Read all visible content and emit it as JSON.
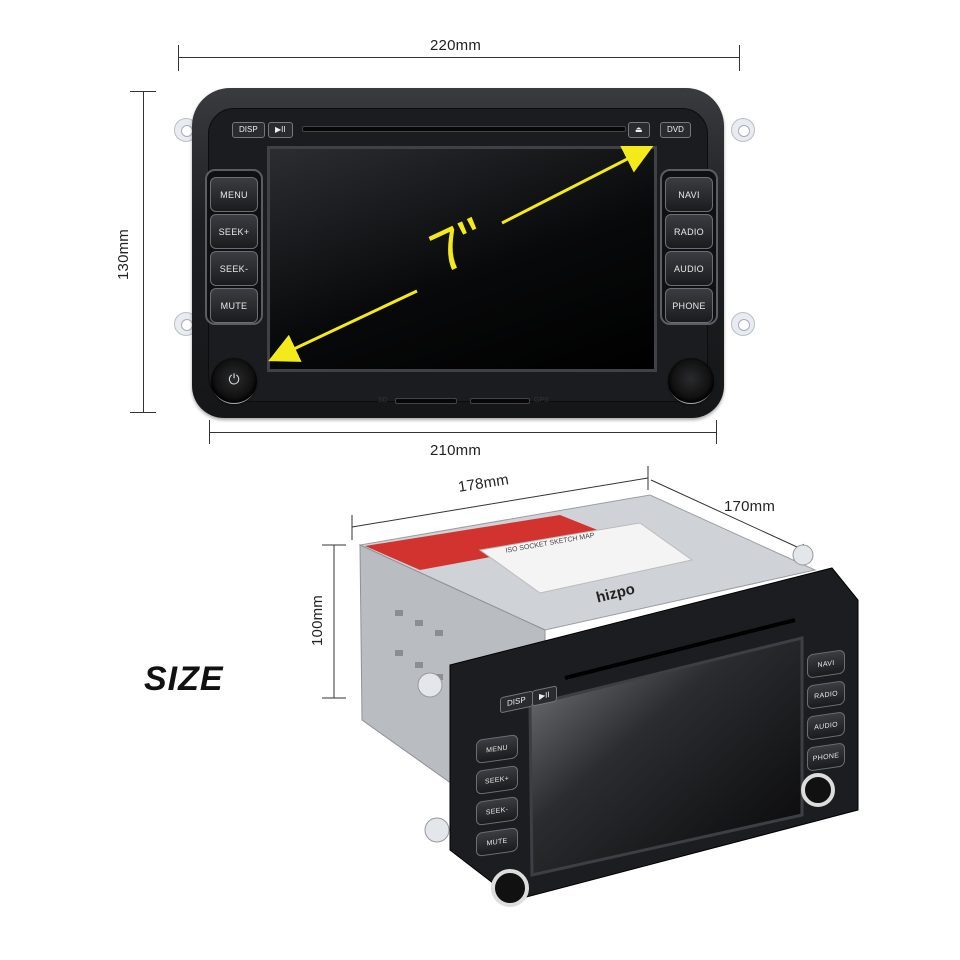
{
  "dimensions": {
    "front_width_top": "220mm",
    "front_height": "130mm",
    "front_width_bottom": "210mm",
    "depth_width": "178mm",
    "depth_length": "170mm",
    "depth_height": "100mm"
  },
  "screen_size": "7\"",
  "front_panel": {
    "top_buttons": [
      "DISP",
      "▶II",
      "⏏",
      "DVD"
    ],
    "left_buttons": [
      "MENU",
      "SEEK+",
      "SEEK-",
      "MUTE"
    ],
    "right_buttons": [
      "NAVI",
      "RADIO",
      "AUDIO",
      "PHONE"
    ],
    "bottom_labels": [
      "SD",
      "GPS"
    ]
  },
  "side_view": {
    "brand": "hizpo",
    "left_buttons": [
      "MENU",
      "SEEK+",
      "SEEK-",
      "MUTE"
    ],
    "right_buttons": [
      "NAVI",
      "RADIO",
      "AUDIO",
      "PHONE"
    ],
    "top_buttons": [
      "DISP",
      "▶II"
    ],
    "sticker_title": "ISO SOCKET SKETCH MAP"
  },
  "caption": "SIZE",
  "colors": {
    "arrow": "#f2ea1b",
    "body": "#1b1c1f",
    "label_red": "#d2332e"
  },
  "icons": [
    "power-icon",
    "eject-icon",
    "play-pause-icon"
  ]
}
